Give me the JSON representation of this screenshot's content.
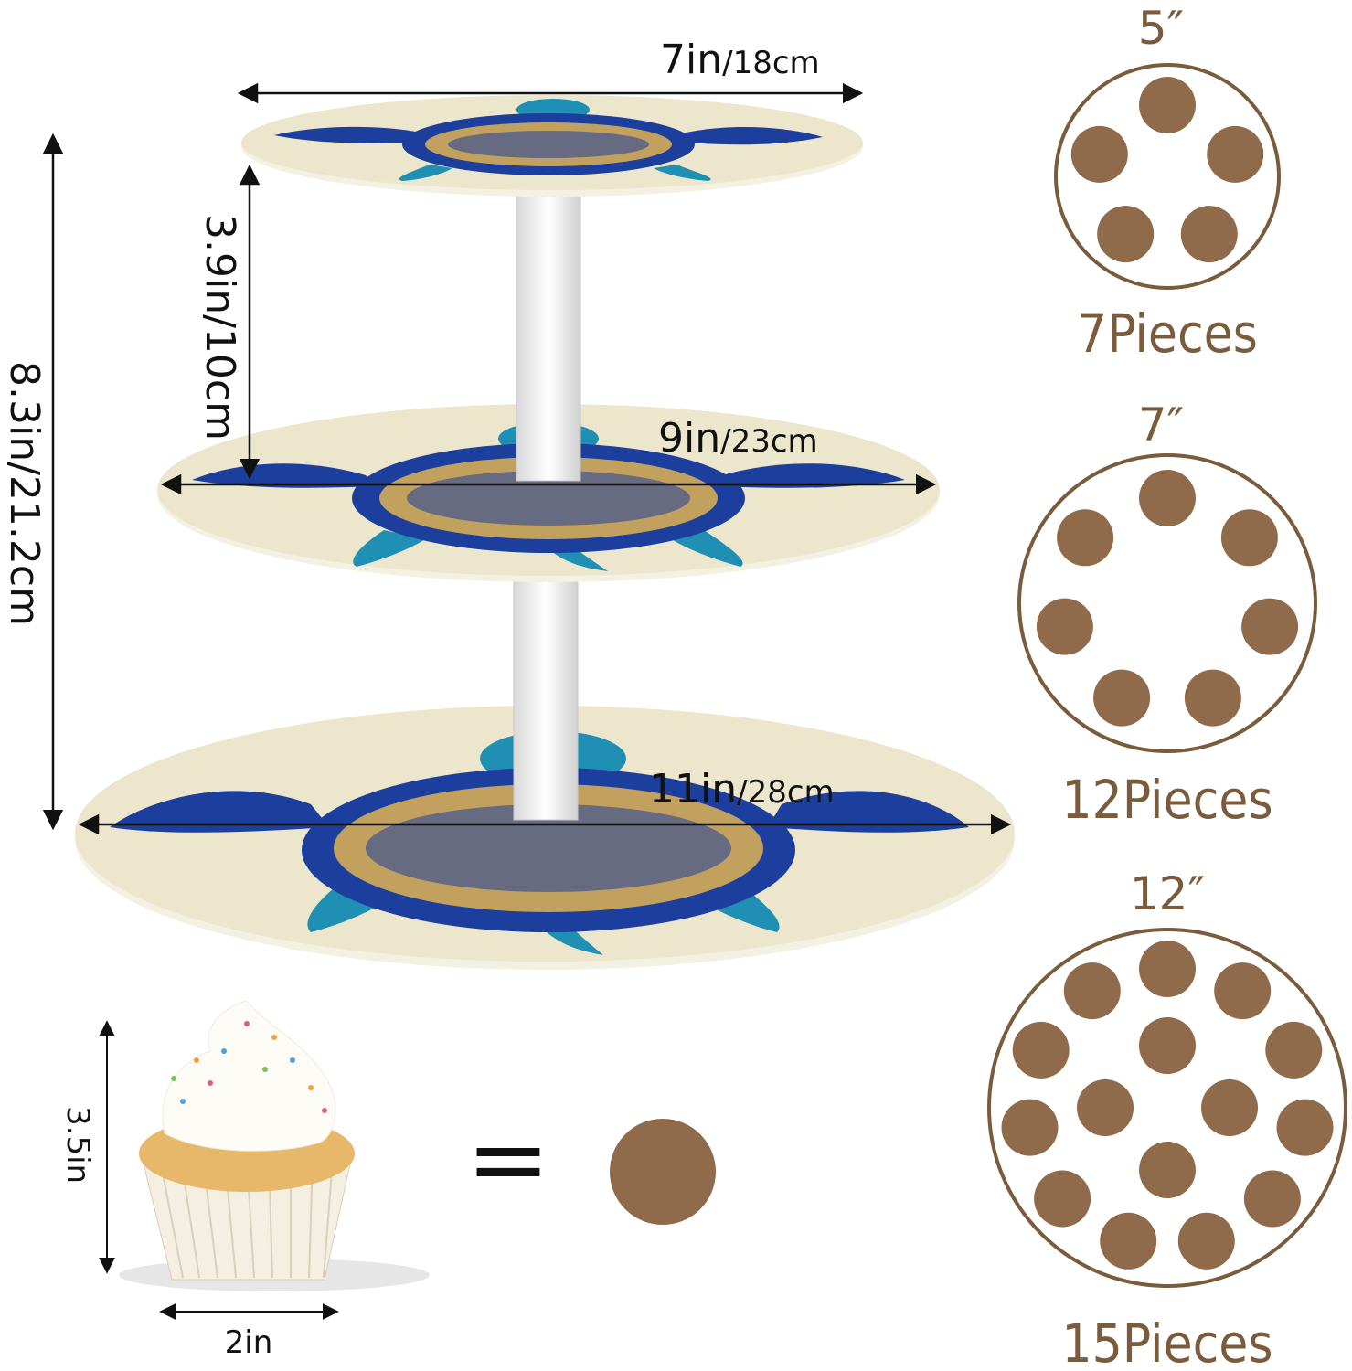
{
  "dimensions": {
    "top_width_main": "7in",
    "top_width_unit": "/18cm",
    "middle_width_main": "9in",
    "middle_width_unit": "/23cm",
    "bottom_width_main": "11in",
    "bottom_width_unit": "/28cm",
    "tier_gap": "3.9in/10cm",
    "total_height": "8.3in/21.2cm",
    "cupcake_height": "3.5in",
    "cupcake_width": "2in",
    "equals": "="
  },
  "capacity": [
    {
      "size": "5″",
      "pieces": "7Pieces",
      "count": 7
    },
    {
      "size": "7″",
      "pieces": "12Pieces",
      "count": 12
    },
    {
      "size": "12″",
      "pieces": "15Pieces",
      "count": 15
    }
  ],
  "colors": {
    "brown": "#8f6a4b",
    "outline": "#7a5b3c",
    "board": "#ece6cc",
    "turtle_dark": "#1c3f9e",
    "turtle_teal": "#1f8fb4",
    "gold": "#c2a05e"
  }
}
